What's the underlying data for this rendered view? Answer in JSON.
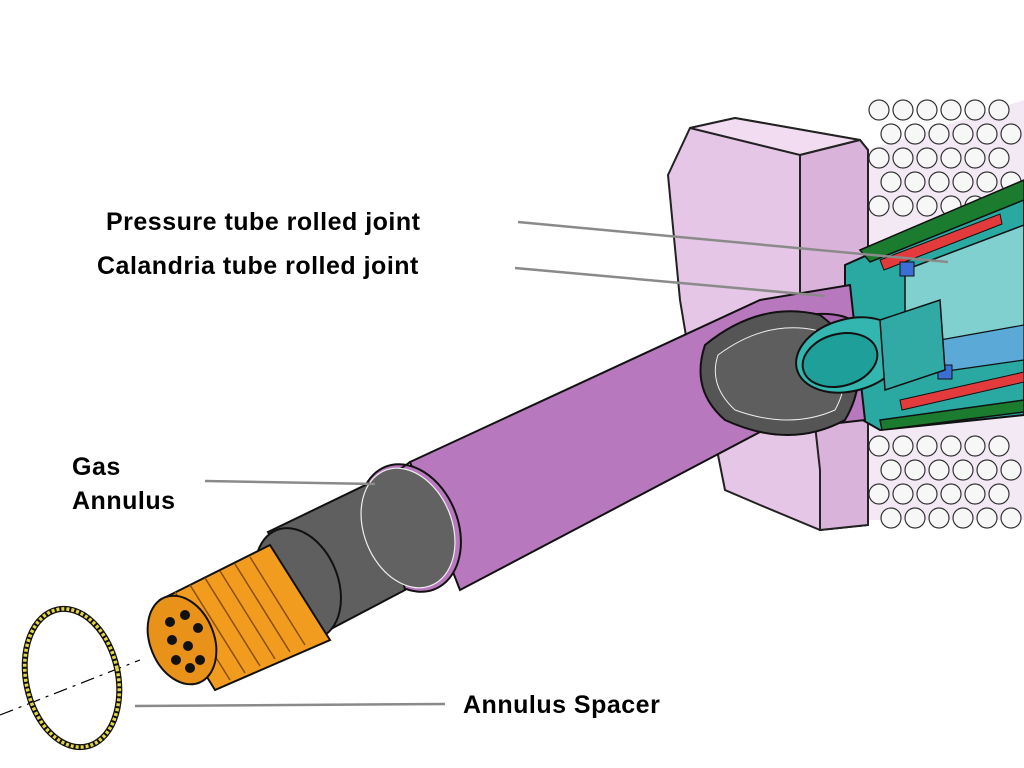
{
  "labels": {
    "pressure_tube_rolled_joint": "Pressure tube rolled joint",
    "calandria_tube_rolled_joint": "Calandria tube rolled joint",
    "gas_annulus": [
      "Gas",
      "Annulus"
    ],
    "annulus_spacer": "Annulus Spacer"
  },
  "colors": {
    "calandria_tube": "#b878bd",
    "calandria_tube_shade": "#8d5393",
    "pressure_tube": "#5f5f5f",
    "fuel_bundle": "#f29c1f",
    "spacer": "#e6d640",
    "end_fitting": "#1f9f9a",
    "tubesheet": "#e6c6e6",
    "shield_balls": "#eeeeee",
    "leader_line": "#8a8a8a"
  }
}
